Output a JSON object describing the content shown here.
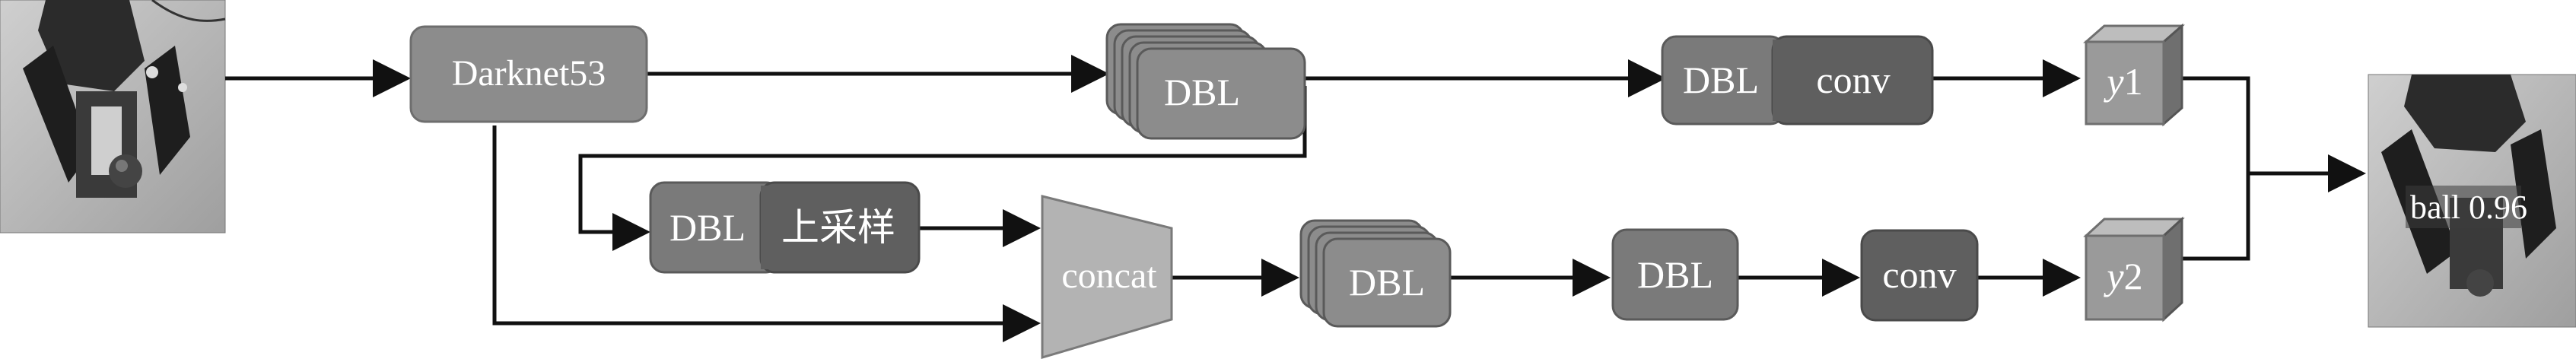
{
  "nodes": {
    "backbone": "Darknet53",
    "dbl_stack_top": "DBL",
    "dbl_conv_top": {
      "dbl": "DBL",
      "conv": "conv"
    },
    "dbl_upsample": {
      "dbl": "DBL",
      "upsample": "上采样"
    },
    "concat": "concat",
    "dbl_stack_bottom": "DBL",
    "dbl_bottom": "DBL",
    "conv_bottom": "conv",
    "y1": {
      "var": "y",
      "num": "1"
    },
    "y2": {
      "var": "y",
      "num": "2"
    }
  },
  "detection": {
    "label": "ball 0.96"
  },
  "colors": {
    "box_light": "#8c8c8c",
    "box_mid": "#7a7a7a",
    "box_dark": "#5f5f5f",
    "cube_front": "#9a9a9a",
    "cube_top": "#bdbdbd",
    "cube_side": "#6f6f6f",
    "trapezoid": "#b3b3b3",
    "edge": "#111111"
  }
}
